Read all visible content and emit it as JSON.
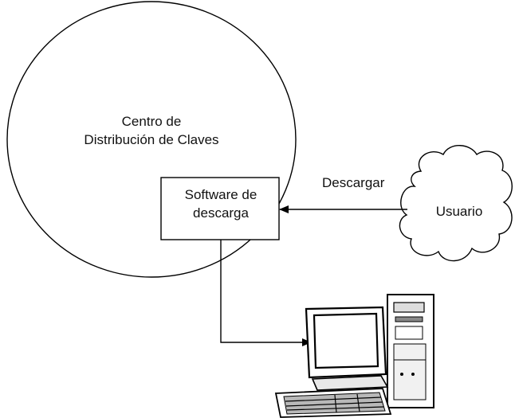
{
  "diagram": {
    "center": {
      "line1": "Centro de",
      "line2": "Distribución de Claves"
    },
    "software": {
      "line1": "Software de",
      "line2": "descarga"
    },
    "edge_download": "Descargar",
    "user": "Usuario",
    "icons": {
      "cloud": "cloud-icon",
      "computer": "desktop-computer-icon"
    },
    "colors": {
      "stroke": "#000000",
      "background": "#ffffff"
    }
  }
}
